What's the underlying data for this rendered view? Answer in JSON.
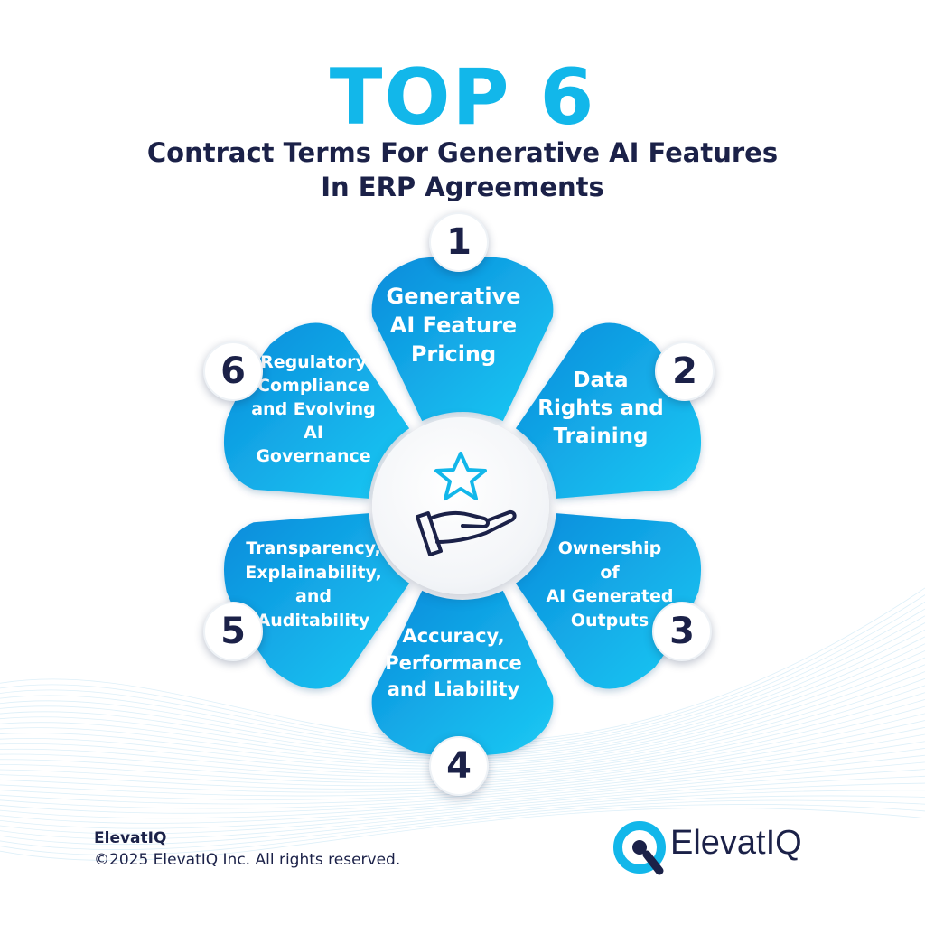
{
  "title": "TOP 6",
  "subtitle_line1": "Contract Terms For Generative AI Features",
  "subtitle_line2": "In ERP Agreements",
  "center_icon": "hand-holding-star-icon",
  "colors": {
    "accent": "#12b7ea",
    "navy": "#1b2148",
    "segment_light": "#18c4f2",
    "segment_dark": "#0b8fdc"
  },
  "segments": [
    {
      "number": "1",
      "lines": [
        "Generative",
        "AI Feature",
        "Pricing"
      ]
    },
    {
      "number": "2",
      "lines": [
        "Data",
        "Rights and",
        "Training"
      ]
    },
    {
      "number": "3",
      "lines": [
        "Ownership",
        "of",
        "AI Generated",
        "Outputs"
      ]
    },
    {
      "number": "4",
      "lines": [
        "Accuracy,",
        "Performance",
        "and Liability"
      ]
    },
    {
      "number": "5",
      "lines": [
        "Transparency,",
        "Explainability,",
        "and",
        "Auditability"
      ]
    },
    {
      "number": "6",
      "lines": [
        "Regulatory",
        "Compliance",
        "and Evolving",
        "AI",
        "Governance"
      ]
    }
  ],
  "footer": {
    "company": "ElevatIQ",
    "copyright": "©2025 ElevatIQ Inc. All rights reserved."
  },
  "logo": {
    "text": "ElevatIQ",
    "icon": "elevatiq-q-logo-icon"
  }
}
